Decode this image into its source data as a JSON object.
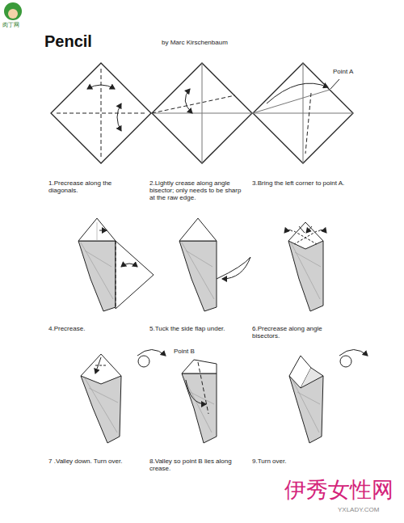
{
  "diagram": {
    "title": "Pencil",
    "labels": [
      "肉丁网",
      "by Marc Kirschenbaum",
      "Point A",
      "1.Precrease along the diagonals.",
      "2.Lightly crease along angle bisector; only needs to be sharp at the raw edge.",
      "3.Bring the left corner to point A.",
      "4.Precrease.",
      "5.Tuck the side flap under.",
      "6.Precrease along angle bisectors.",
      "Point B",
      "7 .Valley down. Turn over.",
      "8.Valley so point B lies along crease.",
      "9.Turn over.",
      "伊秀女性网",
      "YXLADY.COM"
    ]
  }
}
